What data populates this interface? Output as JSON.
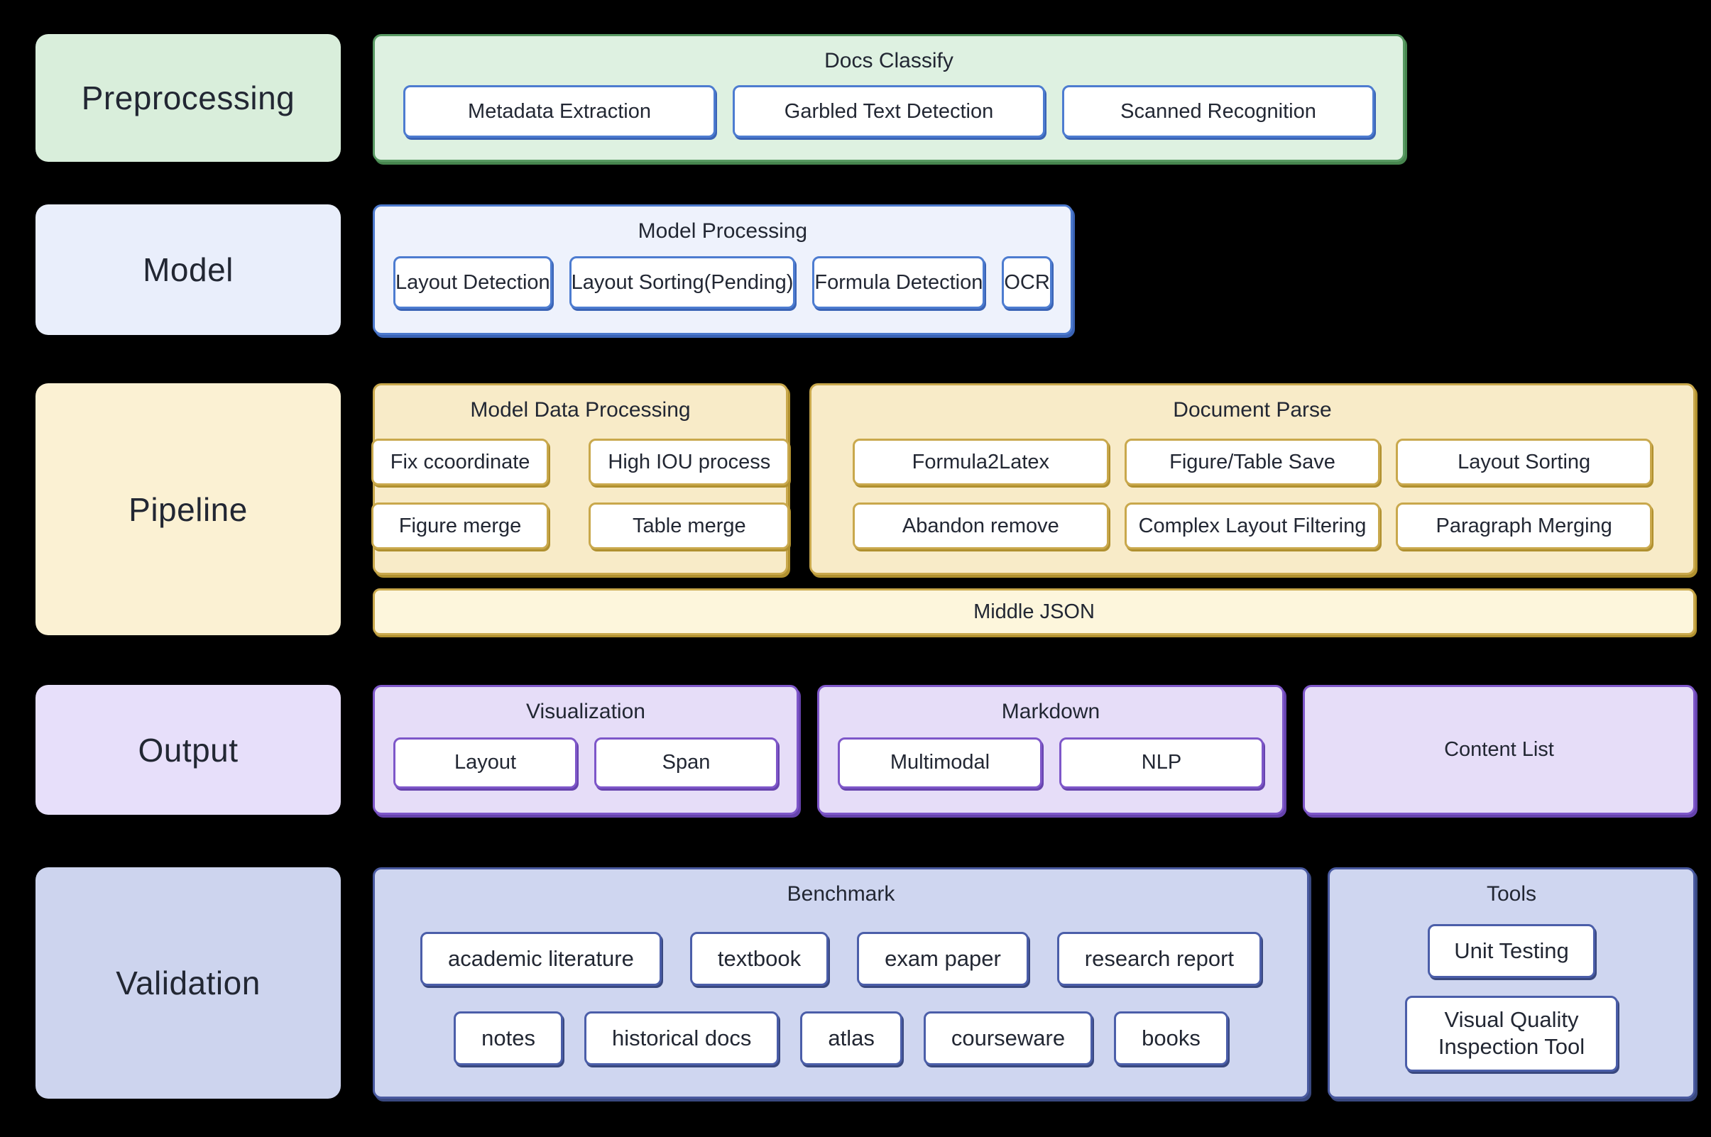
{
  "palette": {
    "background": "#000000",
    "text": "#222733",
    "green": {
      "label_bg": "#d9eedb",
      "container_bg": "#def1e1",
      "border": "#599a63",
      "chip_border": "#4d7cd0"
    },
    "blue": {
      "label_bg": "#e9eefb",
      "container_bg": "#eef2fc",
      "border": "#4c79cd",
      "chip_border": "#4d7cd0"
    },
    "yellow": {
      "label_bg": "#fbf1d3",
      "container_bg": "#f8ebc8",
      "border": "#c9a84c",
      "chip_border": "#c9a84c",
      "bar_bg": "#fdf6dc"
    },
    "purple": {
      "label_bg": "#e7dffa",
      "container_bg": "#e6ddf8",
      "border": "#7e57c9",
      "chip_border": "#7e57c9"
    },
    "indigo": {
      "label_bg": "#cdd4ee",
      "container_bg": "#cfd6f0",
      "border": "#4a5aa0",
      "chip_border": "#4b5ea9"
    }
  },
  "r1": {
    "label": "Preprocessing",
    "title": "Docs Classify",
    "items": [
      "Metadata Extraction",
      "Garbled Text Detection",
      "Scanned Recognition"
    ]
  },
  "r2": {
    "label": "Model",
    "title": "Model Processing",
    "items": [
      "Layout Detection",
      "Layout Sorting(Pending)",
      "Formula Detection",
      "OCR"
    ]
  },
  "r3": {
    "label": "Pipeline",
    "mdp": {
      "title": "Model Data Processing",
      "items": [
        "Fix ccoordinate",
        "High IOU process",
        "Figure merge",
        "Table merge"
      ]
    },
    "dp": {
      "title": "Document Parse",
      "items": [
        "Formula2Latex",
        "Figure/Table Save",
        "Layout Sorting",
        "Abandon remove",
        "Complex Layout Filtering",
        "Paragraph Merging"
      ]
    },
    "bar": "Middle JSON"
  },
  "r4": {
    "label": "Output",
    "viz": {
      "title": "Visualization",
      "items": [
        "Layout",
        "Span"
      ]
    },
    "md": {
      "title": "Markdown",
      "items": [
        "Multimodal",
        "NLP"
      ]
    },
    "content_list": "Content List"
  },
  "r5": {
    "label": "Validation",
    "benchmark": {
      "title": "Benchmark",
      "row1": [
        "academic literature",
        "textbook",
        "exam paper",
        "research report"
      ],
      "row2": [
        "notes",
        "historical docs",
        "atlas",
        "courseware",
        "books"
      ]
    },
    "tools": {
      "title": "Tools",
      "items": [
        "Unit Testing",
        "Visual Quality Inspection Tool"
      ]
    }
  }
}
